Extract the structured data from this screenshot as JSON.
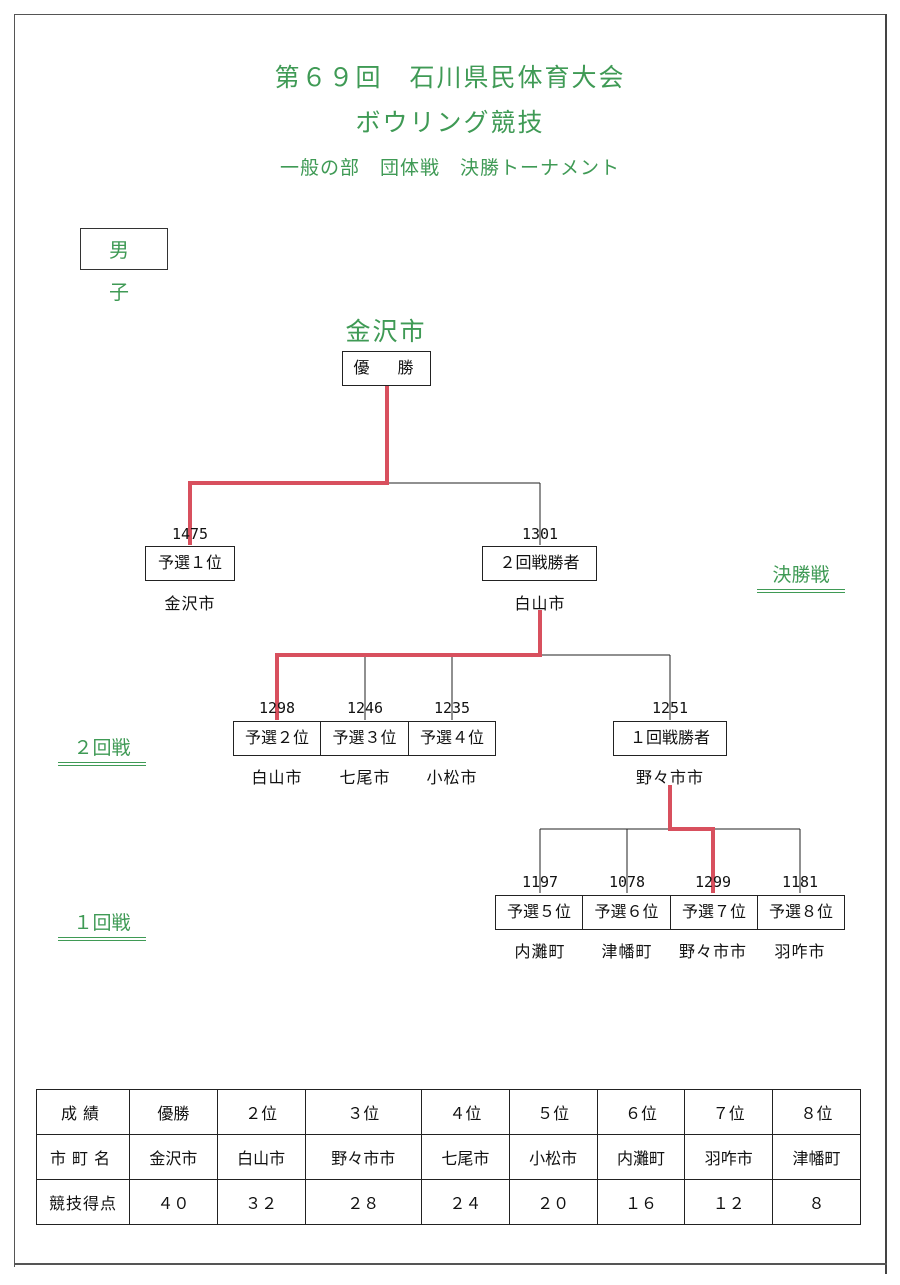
{
  "header": {
    "line1": "第６９回　石川県民体育大会",
    "line2": "ボウリング競技",
    "line3": "一般の部　団体戦　決勝トーナメント"
  },
  "category": "男　子",
  "champion": {
    "team": "金沢市",
    "label": "優　勝"
  },
  "rounds": {
    "final": "決勝戦",
    "round2": "２回戦",
    "round1": "１回戦"
  },
  "final": [
    {
      "score": "1475",
      "label": "予選１位",
      "team": "金沢市"
    },
    {
      "score": "1301",
      "label": "２回戦勝者",
      "team": "白山市"
    }
  ],
  "round2": [
    {
      "score": "1298",
      "label": "予選２位",
      "team": "白山市"
    },
    {
      "score": "1246",
      "label": "予選３位",
      "team": "七尾市"
    },
    {
      "score": "1235",
      "label": "予選４位",
      "team": "小松市"
    },
    {
      "score": "1251",
      "label": "１回戦勝者",
      "team": "野々市市"
    }
  ],
  "round1": [
    {
      "score": "1197",
      "label": "予選５位",
      "team": "内灘町"
    },
    {
      "score": "1078",
      "label": "予選６位",
      "team": "津幡町"
    },
    {
      "score": "1299",
      "label": "予選７位",
      "team": "野々市市"
    },
    {
      "score": "1181",
      "label": "予選８位",
      "team": "羽咋市"
    }
  ],
  "results_table": {
    "row_headers": [
      "成績",
      "市町名",
      "競技得点"
    ],
    "ranks": [
      "優勝",
      "２位",
      "３位",
      "４位",
      "５位",
      "６位",
      "７位",
      "８位"
    ],
    "teams": [
      "金沢市",
      "白山市",
      "野々市市",
      "七尾市",
      "小松市",
      "内灘町",
      "羽咋市",
      "津幡町"
    ],
    "points": [
      "４０",
      "３２",
      "２８",
      "２４",
      "２０",
      "１６",
      "１２",
      "８"
    ]
  },
  "colors": {
    "accent_green": "#3f9a55",
    "winner_line": "#d8505e",
    "bracket_line": "#222222"
  }
}
